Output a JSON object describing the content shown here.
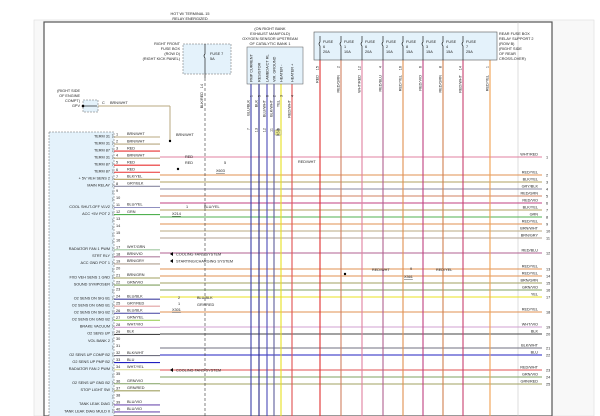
{
  "titles": {
    "gpv_location": [
      "(RIGHT SIDE",
      "OF ENGINE",
      "COMPT)"
    ],
    "gpv_label": "GPV",
    "gpv_pin": "C",
    "gpv_wire": "BRN/WHT",
    "hot_label": [
      "HOT W/ TERMINAL 15",
      "RELAY ENERGIZED"
    ],
    "right_front_fuse_box": [
      "RIGHT FRONT",
      "FUSE BOX",
      "(ROW D)",
      "(RIGHT KICK PANEL)"
    ],
    "fuse7_label": "FUSE 7",
    "fuse7_amp": "5A",
    "fuse7_wire": "BLK/RED",
    "fuse7_pin": "14",
    "o2_title": [
      "(ON RIGHT BANK",
      "EXHAUST MANIFOLD)",
      "OXYGEN SENSOR UPSTREAM",
      "OF CATALYTIC BANK 1"
    ],
    "rear_fuse_box": [
      "REAR FUSE BOX",
      "RELAY SUPPORT 2",
      "(ROW B)",
      "(RIGHT SIDE",
      "OF REAR",
      "CROSS-OVER)"
    ]
  },
  "o2_pins": [
    {
      "name": "PMP CURRENT",
      "pin": "1",
      "wire": "BLU/BLK",
      "color": "#3b3fa8",
      "conn_pin": "7"
    },
    {
      "name": "RESISTOR",
      "pin": "5",
      "wire": "BLK",
      "color": "#2a2a8a",
      "conn_pin": "13"
    },
    {
      "name": "LAMBDA/CT RL",
      "pin": "6",
      "wire": "BLU/WHT",
      "color": "#4a4ab8",
      "conn_pin": "12"
    },
    {
      "name": "VIR. GROUND",
      "pin": "2",
      "wire": "BLK/WHT",
      "color": "#5d5d9a",
      "conn_pin": "11"
    },
    {
      "name": "HEATER -",
      "pin": "3",
      "wire": "YEL",
      "color": "#e8e020",
      "conn_pin": "9"
    },
    {
      "name": "HEATER +",
      "pin": "4",
      "wire": "RED/WHT",
      "color": "#e05050",
      "conn_pin": ""
    }
  ],
  "o2_connector_label": "X60",
  "fuses": [
    {
      "label": "FUSE",
      "num": "6",
      "amp": "20A",
      "pin": "15",
      "wire": "RED",
      "color": "#e03030"
    },
    {
      "label": "FUSE",
      "num": "1",
      "amp": "10A",
      "pin": "2",
      "wire": "RED/GRN",
      "color": "#d08060"
    },
    {
      "label": "FUSE",
      "num": "6",
      "amp": "20A",
      "pin": "12",
      "wire": "WHT/RED",
      "color": "#e080a0"
    },
    {
      "label": "FUSE",
      "num": "2",
      "amp": "10A",
      "pin": "4",
      "wire": "RED/BLU",
      "color": "#b06090"
    },
    {
      "label": "FUSE",
      "num": "8",
      "amp": "15A",
      "pin": "16",
      "wire": "RED/YEL",
      "color": "#e09050"
    },
    {
      "label": "FUSE",
      "num": "3",
      "amp": "15A",
      "pin": "6",
      "wire": "RED/VIO",
      "color": "#c04080"
    },
    {
      "label": "FUSE",
      "num": "4",
      "amp": "15A",
      "pin": "8",
      "wire": "RED/GRN",
      "color": "#d08050"
    },
    {
      "label": "FUSE",
      "num": "7",
      "amp": "25A",
      "pin": "14",
      "wire": "RED/WHT",
      "color": "#c84070"
    },
    {
      "label": "",
      "num": "",
      "amp": "",
      "pin": "1",
      "wire": "RED/YEL",
      "color": "#f0a050"
    }
  ],
  "ecm_pins": [
    {
      "pin": "1",
      "name": "TERM 31",
      "wire": "BRN/WHT",
      "color": "#b8a880"
    },
    {
      "pin": "2",
      "name": "TERM 31",
      "wire": "BRN/WHT",
      "color": "#b8a880"
    },
    {
      "pin": "3",
      "name": "TERM 87",
      "wire": "RED",
      "color": "#e83030"
    },
    {
      "pin": "4",
      "name": "TERM 31",
      "wire": "BRN/WHT",
      "color": "#b8a880"
    },
    {
      "pin": "5",
      "name": "TERM 87",
      "wire": "RED",
      "color": "#e83030"
    },
    {
      "pin": "6",
      "name": "TERM 87",
      "wire": "RED",
      "color": "#e83030"
    },
    {
      "pin": "7",
      "name": "+ 5V VEH SENS 2",
      "wire": "BLK/YEL",
      "color": "#b0a060"
    },
    {
      "pin": "8",
      "name": "MAIN RELAY",
      "wire": "GRY/BLK",
      "color": "#8888a0"
    },
    {
      "pin": "9",
      "name": "",
      "wire": "",
      "color": ""
    },
    {
      "pin": "10",
      "name": "",
      "wire": "",
      "color": ""
    },
    {
      "pin": "11",
      "name": "COOL SHUT-OFF VLV2",
      "wire": "BLU/YEL",
      "color": "#9090c0"
    },
    {
      "pin": "12",
      "name": "ACC +5V POT 2",
      "wire": "GRN",
      "color": "#50b050"
    },
    {
      "pin": "13",
      "name": "",
      "wire": "",
      "color": ""
    },
    {
      "pin": "14",
      "name": "",
      "wire": "",
      "color": ""
    },
    {
      "pin": "15",
      "name": "",
      "wire": "",
      "color": ""
    },
    {
      "pin": "16",
      "name": "",
      "wire": "",
      "color": ""
    },
    {
      "pin": "17",
      "name": "RADIATOR FAN 1 PWM",
      "wire": "WHT/GRN",
      "color": "#a0c8a0"
    },
    {
      "pin": "18",
      "name": "STRT RLY",
      "wire": "BRN/VIO",
      "color": "#b080a0"
    },
    {
      "pin": "19",
      "name": "ACC GND POT 1",
      "wire": "BRN/GRY",
      "color": "#b0a090"
    },
    {
      "pin": "20",
      "name": "",
      "wire": "",
      "color": ""
    },
    {
      "pin": "21",
      "name": "FXD VEH SENS 1 GND",
      "wire": "BRN/GRN",
      "color": "#a0a060"
    },
    {
      "pin": "22",
      "name": "SOUND SYMPOSER",
      "wire": "GRN/VIO",
      "color": "#80a060"
    },
    {
      "pin": "23",
      "name": "",
      "wire": "",
      "color": ""
    },
    {
      "pin": "24",
      "name": "O2 SENS DN SIG B1",
      "wire": "BLU/BLK",
      "color": "#4040a0"
    },
    {
      "pin": "25",
      "name": "O2 SENS DN GND B1",
      "wire": "GRY/RED",
      "color": "#e0a0a0"
    },
    {
      "pin": "26",
      "name": "O2 SENS DN SIG B2",
      "wire": "BLU/BLK",
      "color": "#4040a0"
    },
    {
      "pin": "27",
      "name": "O2 SENS DN GND B2",
      "wire": "GRN/YEL",
      "color": "#a0d060"
    },
    {
      "pin": "28",
      "name": "BRAKE VACUUM",
      "wire": "WHT/VIO",
      "color": "#d0a0d0"
    },
    {
      "pin": "29",
      "name": "O2 SENS UP",
      "wire": "BLK",
      "color": "#444444"
    },
    {
      "pin": "30",
      "name": "VOL BANK 2",
      "wire": "",
      "color": ""
    },
    {
      "pin": "31",
      "name": "",
      "wire": "",
      "color": ""
    },
    {
      "pin": "32",
      "name": "O2 SENS UP COMP B2",
      "wire": "BLK/WHT",
      "color": "#707080"
    },
    {
      "pin": "33",
      "name": "O2 SENS UP PMP B2",
      "wire": "BLU",
      "color": "#2020c0"
    },
    {
      "pin": "34",
      "name": "RADIATOR FAN 2 PWM",
      "wire": "WHT/YEL",
      "color": "#e0e0a0"
    },
    {
      "pin": "35",
      "name": "",
      "wire": "",
      "color": ""
    },
    {
      "pin": "36",
      "name": "O2 SENS UP GND B2",
      "wire": "GRN/VIO",
      "color": "#80a060"
    },
    {
      "pin": "37",
      "name": "STOP LIGHT SW",
      "wire": "GRN/RED",
      "color": "#a0a060"
    },
    {
      "pin": "38",
      "name": "",
      "wire": "",
      "color": ""
    },
    {
      "pin": "39",
      "name": "TANK LEAK DIAG",
      "wire": "BLU/VIO",
      "color": "#7050b0"
    },
    {
      "pin": "40",
      "name": "TANK LEAK DIAG MULD II",
      "wire": "BLU/VIO",
      "color": "#7050b0"
    }
  ],
  "splices": {
    "brn_wht_top": "BRN/WHT",
    "red_a": "RED",
    "red_b": "RED",
    "red_conn_pin": "5",
    "red_conn": "X603",
    "blu_yel_conn_pin": "1",
    "blu_yel_conn": "X214",
    "blu_yel_out": "BLU/YEL",
    "dn_conn_pin_a": "2",
    "dn_conn_pin_b": "1",
    "dn_conn": "X301",
    "dn_wire_a": "BLU/BLK",
    "dn_wire_b": "GRY/RED",
    "red_wht_mid": "RED/WHT",
    "red_wht_top": "RED/WHT",
    "x361_pin": "9",
    "x361_conn": "X361",
    "x361_out": "RED/YEL"
  },
  "arrows": [
    {
      "text": "COOLING FANS SYSTEM"
    },
    {
      "text": "STARTING/CHARGING SYSTEM"
    },
    {
      "text": "COOLING FANS SYSTEM"
    }
  ],
  "right_pins": [
    {
      "pin": "1",
      "wire": "WHT/RED",
      "color": "#e080a0"
    },
    {
      "pin": "2",
      "wire": "RED/YEL",
      "color": "#e09050"
    },
    {
      "pin": "3",
      "wire": "BLK/YEL",
      "color": "#b0a060"
    },
    {
      "pin": "4",
      "wire": "GRY/BLK",
      "color": "#8888a0"
    },
    {
      "pin": "5",
      "wire": "RED/GRN",
      "color": "#d08060"
    },
    {
      "pin": "6",
      "wire": "RED/VIO",
      "color": "#c04080"
    },
    {
      "pin": "7",
      "wire": "BLK/YEL",
      "color": "#b0a060"
    },
    {
      "pin": "8",
      "wire": "GRN",
      "color": "#50b050"
    },
    {
      "pin": "9",
      "wire": "RED/YEL",
      "color": "#e09050"
    },
    {
      "pin": "10",
      "wire": "BRN/WHT",
      "color": "#b8a880"
    },
    {
      "pin": "11",
      "wire": "BRN/GRY",
      "color": "#b0a090"
    },
    {
      "pin": "12",
      "wire": "RED/BLU",
      "color": "#b06090"
    },
    {
      "pin": "13",
      "wire": "RED/YEL",
      "color": "#e09050"
    },
    {
      "pin": "14",
      "wire": "RED/YEL",
      "color": "#e09050"
    },
    {
      "pin": "15",
      "wire": "BRN/GRN",
      "color": "#a0a060"
    },
    {
      "pin": "16",
      "wire": "GRN/VIO",
      "color": "#80a060"
    },
    {
      "pin": "17",
      "wire": "YEL",
      "color": "#e8e020"
    },
    {
      "pin": "18",
      "wire": "RED/YEL",
      "color": "#e09050"
    },
    {
      "pin": "19",
      "wire": "WHT/VIO",
      "color": "#d0a0d0"
    },
    {
      "pin": "20",
      "wire": "BLK",
      "color": "#444444"
    },
    {
      "pin": "21",
      "wire": "BLK/WHT",
      "color": "#707080"
    },
    {
      "pin": "22",
      "wire": "BLU",
      "color": "#2020c0"
    },
    {
      "pin": "23",
      "wire": "RED/WHT",
      "color": "#e05050"
    },
    {
      "pin": "24",
      "wire": "GRN/VIO",
      "color": "#80a060"
    },
    {
      "pin": "25",
      "wire": "GRN/RED",
      "color": "#a0a060"
    }
  ]
}
